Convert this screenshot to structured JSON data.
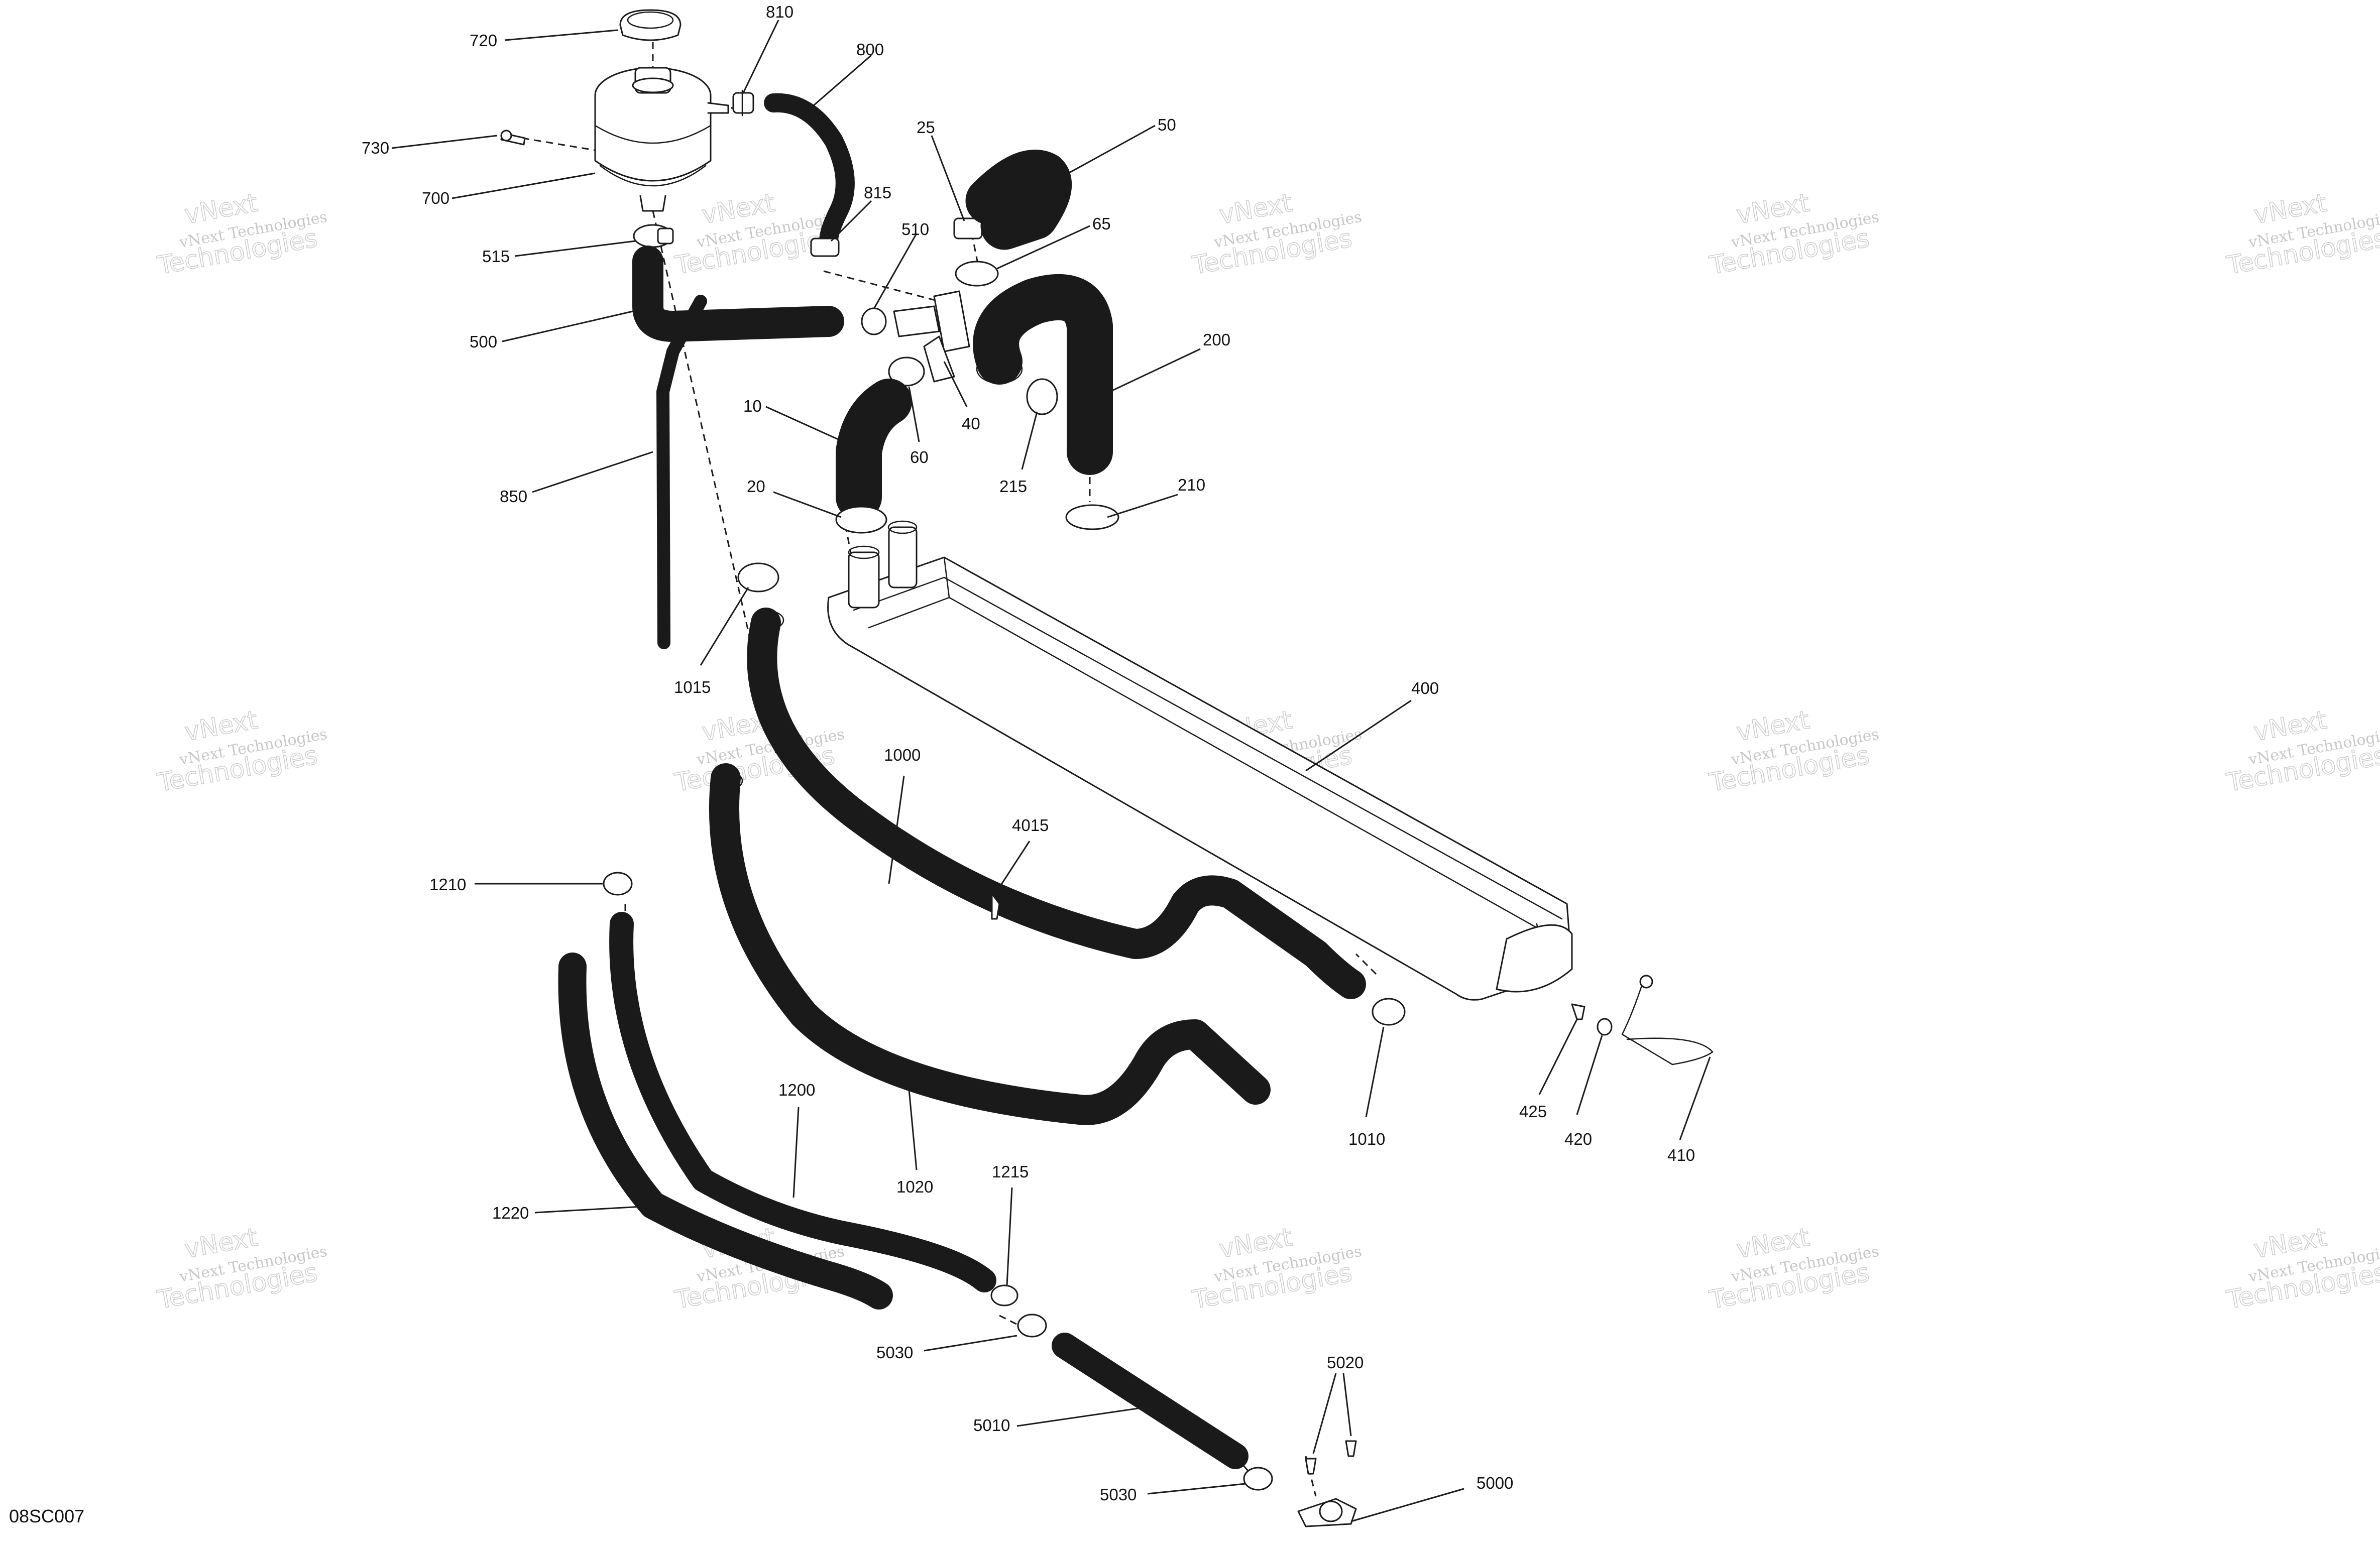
{
  "figure_id": "08SC007",
  "watermark": {
    "line_small": "vNext Technologies",
    "line_large": "Technologies",
    "line_top": "vNext"
  },
  "callouts": {
    "c720": "720",
    "c810": "810",
    "c800": "800",
    "c730": "730",
    "c700": "700",
    "c815": "815",
    "c515": "515",
    "c510": "510",
    "c500": "500",
    "c25": "25",
    "c50": "50",
    "c65": "65",
    "c200": "200",
    "c10": "10",
    "c40": "40",
    "c60": "60",
    "c215": "215",
    "c850": "850",
    "c20": "20",
    "c210": "210",
    "c1015": "1015",
    "c400": "400",
    "c1000": "1000",
    "c4015": "4015",
    "c1210": "1210",
    "c1200": "1200",
    "c1020": "1020",
    "c1010": "1010",
    "c425": "425",
    "c420": "420",
    "c410": "410",
    "c1220": "1220",
    "c1215": "1215",
    "c5030a": "5030",
    "c5010": "5010",
    "c5030b": "5030",
    "c5020": "5020",
    "c5000": "5000"
  }
}
